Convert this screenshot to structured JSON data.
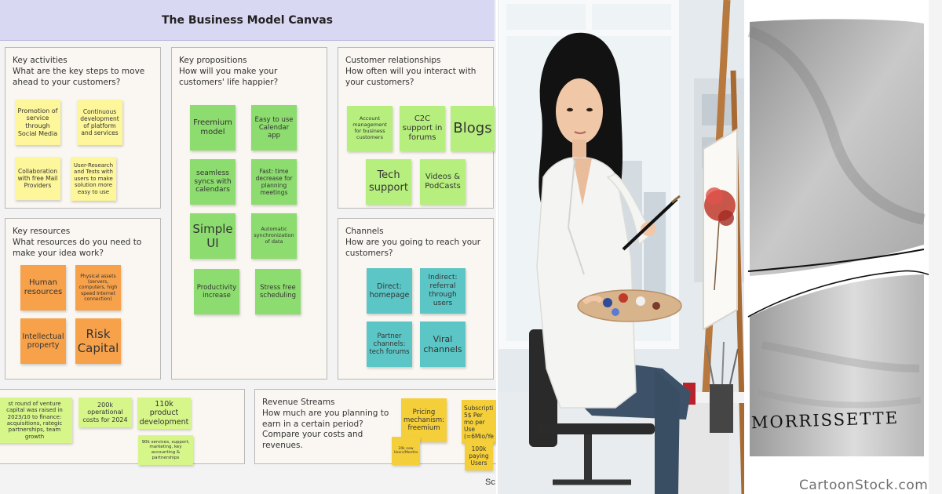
{
  "canvas": {
    "title": "The Business Model Canvas",
    "key_activities": {
      "title": "Key activities",
      "question": "What are the key steps to move ahead to your customers?",
      "notes": [
        "Promotion of service through Social Media",
        "Continuous development of platform and services",
        "Collaboration with free Mail Providers",
        "User-Research and Tests with users to make solution more easy to use"
      ]
    },
    "key_propositions": {
      "title": "Key propositions",
      "question": "How will you make your customers' life happier?",
      "notes": [
        "Freemium model",
        "Easy to use Calendar app",
        "seamless syncs with calendars",
        "Fast: time decrease for planning meetings",
        "Simple UI",
        "Automatic synchronization of data",
        "Productivity increase",
        "Stress free scheduling"
      ]
    },
    "customer_relationships": {
      "title": "Customer relationships",
      "question": "How often will you interact with your customers?",
      "notes": [
        "Account management for business customers",
        "C2C support in forums",
        "Blogs",
        "Tech support",
        "Videos & PodCasts"
      ]
    },
    "key_resources": {
      "title": "Key resources",
      "question": "What resources do you need to make your idea work?",
      "notes": [
        "Human resources",
        "Physical assets (servers, computers, high speed Internet connection)",
        "Intellectual property",
        "Risk Capital"
      ]
    },
    "channels": {
      "title": "Channels",
      "question": "How are you going to reach your customers?",
      "notes": [
        "Direct: homepage",
        "Indirect: referral through users",
        "Partner channels: tech forums",
        "Viral channels"
      ]
    },
    "costs": {
      "notes": [
        "st round of venture capital was raised in 2023/10 to finance: acquisitions, rategic partnerships, team growth",
        "200k operational costs for 2024",
        "110k product development",
        "90k services, support, marketing, key accounting & partnerships"
      ]
    },
    "revenue_streams": {
      "title": "Revenue Streams",
      "question": "How much are you planning to earn in a certain period? Compare your costs and revenues.",
      "notes": [
        "Pricing mechanism: freemium",
        "20k new Users/Months",
        "Subscripti 5$ Per mo per Use (=6Mio/Ye",
        "100k paying Users"
      ]
    },
    "footer_fragment": "Sc"
  },
  "cartoon": {
    "signature": "MORRISSETTE",
    "watermark": "CartoonStock.com"
  }
}
